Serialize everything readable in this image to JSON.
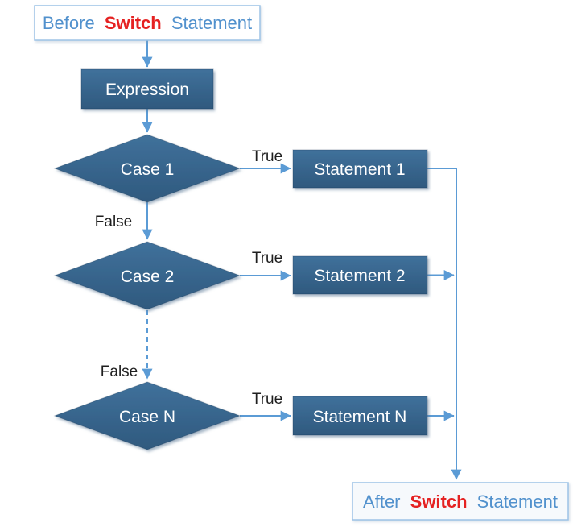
{
  "diagram": {
    "type": "flowchart",
    "topic": "switch statement control flow",
    "nodes": {
      "before": {
        "prefix": "Before",
        "keyword": "Switch",
        "suffix": "Statement"
      },
      "expression": {
        "label": "Expression"
      },
      "case1": {
        "label": "Case 1"
      },
      "statement1": {
        "label": "Statement 1"
      },
      "case2": {
        "label": "Case 2"
      },
      "statement2": {
        "label": "Statement 2"
      },
      "caseN": {
        "label": "Case N"
      },
      "statementN": {
        "label": "Statement N"
      },
      "after": {
        "prefix": "After",
        "keyword": "Switch",
        "suffix": "Statement"
      }
    },
    "edge_labels": {
      "case1_true": "True",
      "case1_false": "False",
      "case2_true": "True",
      "case2_false": "False",
      "caseN_true": "True"
    },
    "colors": {
      "node_fill_top": "#40719b",
      "node_fill_bottom": "#2f597e",
      "node_text": "#ffffff",
      "connector": "#5b9bd5",
      "terminal_border": "#9dc3e6",
      "terminal_fill_before": "#ffffff",
      "terminal_fill_after": "#f6f9fc",
      "terminal_text": "#5191cd",
      "keyword": "#e52222",
      "edge_label_text": "#1f1f1f"
    }
  }
}
